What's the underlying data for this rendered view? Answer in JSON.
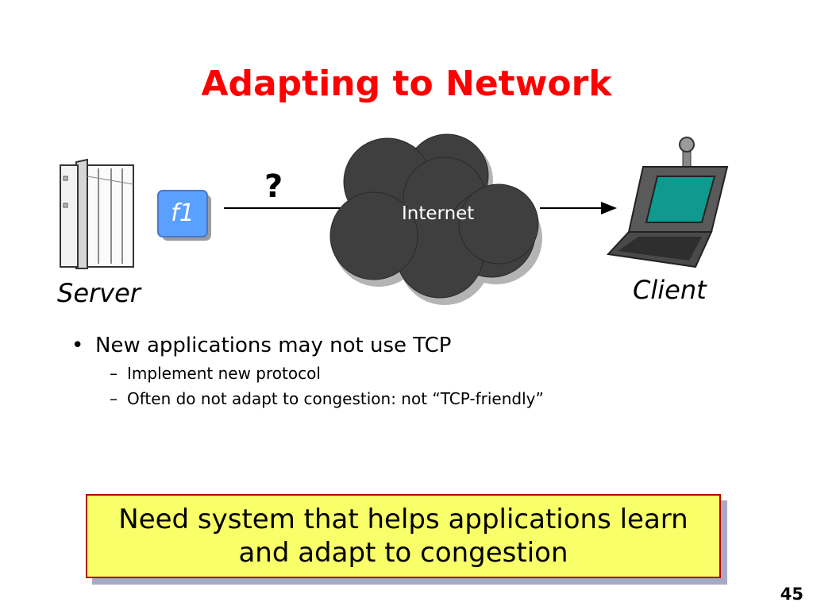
{
  "slide": {
    "title": "Adapting to Network",
    "page_number": "45"
  },
  "diagram": {
    "server_label": "Server",
    "client_label": "Client",
    "f1_label": "f1",
    "question_mark": "?",
    "internet_label": "Internet",
    "icons": [
      "server-icon",
      "laptop-icon",
      "cloud-icon"
    ]
  },
  "bullets": {
    "items": [
      {
        "text": "New applications may not use TCP",
        "marker": "•",
        "sub": [
          {
            "marker": "–",
            "text": "Implement new protocol"
          },
          {
            "marker": "–",
            "text": "Often do not adapt to congestion: not “TCP-friendly”"
          }
        ]
      }
    ]
  },
  "callout": {
    "line1": "Need system that helps applications learn",
    "line2": "and adapt to congestion",
    "background": "#f8ff68",
    "border": "#b40000"
  },
  "colors": {
    "title": "#ff0000",
    "cloud": "#3f3f3f",
    "f1_box": "#5aa0ff"
  }
}
